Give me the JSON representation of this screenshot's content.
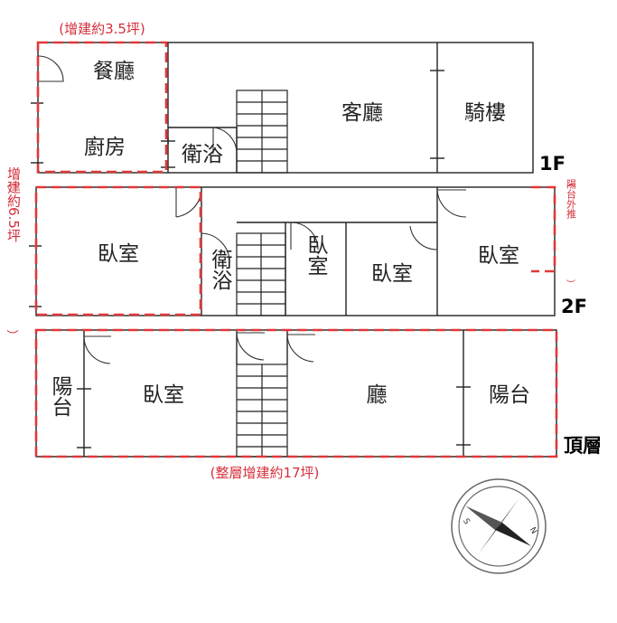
{
  "annotations": {
    "kitchen_extension": "(增建約3.5坪)",
    "second_floor_extension": "增建約6.5坪",
    "roof_extension": "(整層增建約17坪)",
    "balcony_push": "陽台外推"
  },
  "levels": {
    "first": "1F",
    "second": "2F",
    "roof": "頂層"
  },
  "rooms": {
    "dining": "餐廳",
    "kitchen": "廚房",
    "bath_1f": "衛浴",
    "living": "客廳",
    "arcade": "騎樓",
    "bedroom_2f_west": "臥室",
    "bath_2f": "衛浴",
    "bedroom_2f_small": "臥室",
    "bedroom_2f_mid": "臥室",
    "bedroom_2f_east": "臥室",
    "balcony_roof_west": "陽台",
    "bedroom_roof": "臥室",
    "hall_roof": "廳",
    "balcony_roof_east": "陽台"
  },
  "compass": {
    "north_letter": "N",
    "south_letter": "S"
  }
}
